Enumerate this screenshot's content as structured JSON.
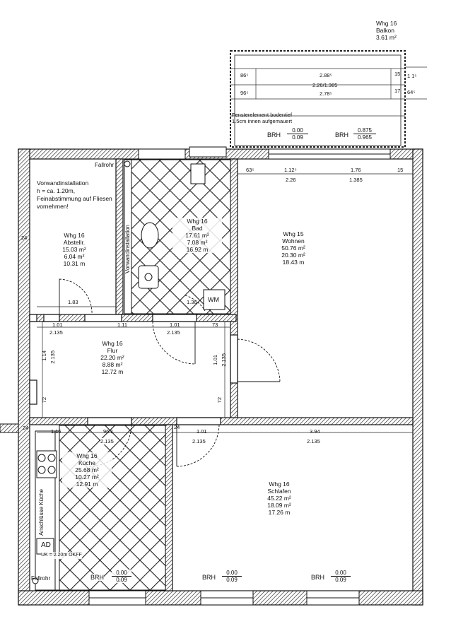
{
  "balkon": {
    "name": "Whg 16",
    "room": "Balkon",
    "area": "3.61 m²"
  },
  "balkon_dims": {
    "a": "86⁵",
    "b": "96⁵",
    "c": "2.88⁵",
    "d": "2.26/1.385",
    "e": "2.78⁵",
    "f": "15",
    "g": "1 1⁵",
    "h": "17",
    "i": "64⁵"
  },
  "fenster_note": {
    "line1": "Fensterelement bodentief",
    "line2": "1.5cm innen aufgemauert"
  },
  "balkon_brh": [
    {
      "label": "BRH",
      "num": "0.00",
      "den": "0.09"
    },
    {
      "label": "BRH",
      "num": "0.875",
      "den": "0.965"
    }
  ],
  "fallrohr_top": "Fallrohr",
  "fallrohr_bottom": "Fallrohr",
  "vorwand_note": {
    "line1": "Vorwandinstallation",
    "line2": "h = ca. 1.20m,",
    "line3": "Feinabstimmung auf Fliesen",
    "line4": "vornehmen!"
  },
  "abstellr": {
    "name": "Whg 16",
    "room": "Abstellr.",
    "a1": "15.03 m²",
    "a2": "6.04 m²",
    "a3": "10.31 m"
  },
  "bad": {
    "name": "Whg 16",
    "room": "Bad",
    "a1": "17.61 m²",
    "a2": "7.08 m²",
    "a3": "16.92 m"
  },
  "vorwand_vertical": "Vorwandinstallation",
  "wm": "WM",
  "wohnen": {
    "name": "Whg 15",
    "room": "Wohnen",
    "a1": "50.76 m²",
    "a2": "20.30 m²",
    "a3": "18.43 m"
  },
  "wohnen_dims": {
    "a": "63⁵",
    "b": "1.12⁵",
    "c": "2.26",
    "d": "1.76",
    "e": "1.385",
    "f": "15"
  },
  "flur": {
    "name": "Whg 16",
    "room": "Flur",
    "a1": "22.20 m²",
    "a2": "8.88 m²",
    "a3": "12.72 m"
  },
  "flur_dims": {
    "a": "1.83",
    "b": "1.36",
    "c": "1.01",
    "d": "2.135",
    "e": "1.11",
    "f": "1.01",
    "g": "2.135",
    "h": "73",
    "i": "1.14",
    "j": "2.135",
    "k": "1.01",
    "l": "2.135",
    "m": "72",
    "n": "72",
    "o": "24"
  },
  "kueche": {
    "name": "Whg 16",
    "room": "Küche",
    "a1": "25.68 m²",
    "a2": "10.27 m²",
    "a3": "12.91 m"
  },
  "kueche_dims": {
    "a": "1.16",
    "b": "96.1",
    "c": "2.135",
    "d": "24"
  },
  "anschluss": "Anschlüsse Küche",
  "ad": {
    "label": "AD",
    "note": "UK = 2.20m OKFF"
  },
  "kueche_brh": {
    "label": "BRH",
    "num": "0.00",
    "den": "0.09"
  },
  "schlafen": {
    "name": "Whg 16",
    "room": "Schlafen",
    "a1": "45.22 m²",
    "a2": "18.09 m²",
    "a3": "17.26 m"
  },
  "schlafen_dims": {
    "a": "1.01",
    "b": "2.135",
    "c": "3.94",
    "d": "2.135"
  },
  "schlafen_brh": [
    {
      "label": "BRH",
      "num": "0.00",
      "den": "0.09"
    },
    {
      "label": "BRH",
      "num": "0.00",
      "den": "0.09"
    }
  ],
  "misc_dims": {
    "left24": "24"
  }
}
